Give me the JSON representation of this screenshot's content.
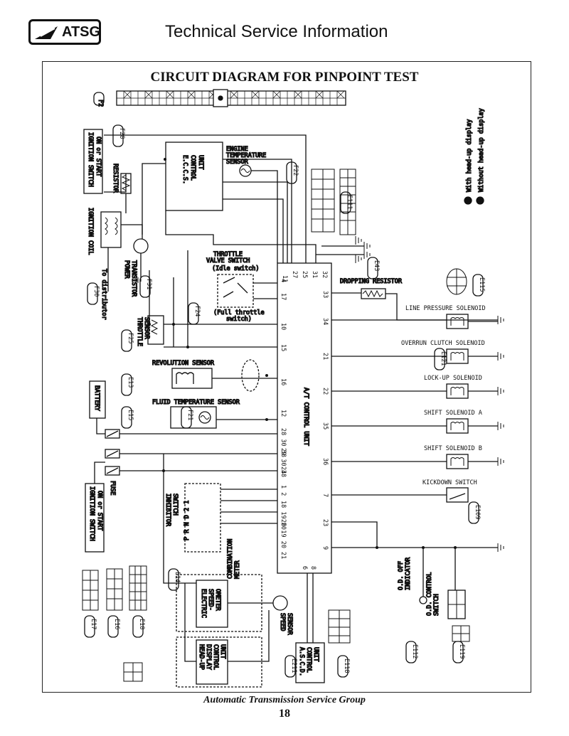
{
  "header": {
    "logo_text": "ATSG",
    "title": "Technical Service Information"
  },
  "diagram": {
    "title": "CIRCUIT DIAGRAM FOR PINPOINT TEST",
    "legend": [
      "With head-up display",
      "Without head-up display"
    ],
    "control_unit": "A/T CONTROL UNIT",
    "eccs": [
      "E.C.C.S.",
      "CONTROL",
      "UNIT"
    ],
    "left_components": {
      "ignition_switch_top": [
        "IGNITION SWITCH",
        "ON or START"
      ],
      "resistor": "RESISTOR",
      "ignition_coil": "IGNITION COIL",
      "to_distributor": "To distributor",
      "power_transistor": [
        "POWER",
        "TRANSISTOR"
      ],
      "throttle_sensor": [
        "THROTTLE",
        "SENSOR"
      ],
      "battery": "BATTERY",
      "fuse": "FUSE",
      "ignition_switch_bottom": [
        "IGNITION SWITCH",
        "ON or START"
      ],
      "inhibitor_switch": [
        "INHIBITOR",
        "SWITCH"
      ]
    },
    "center_components": {
      "engine_temp_sensor": [
        "ENGINE",
        "TEMPERATURE",
        "SENSOR"
      ],
      "throttle_valve_switch": [
        "THROTTLE",
        "VALVE SWITCH"
      ],
      "idle_switch": "(Idle switch)",
      "full_throttle_switch": [
        "(Full throttle",
        "switch)"
      ],
      "revolution_sensor": "REVOLUTION SENSOR",
      "fluid_temp_sensor": "FLUID TEMPERATURE SENSOR",
      "combination_meter": [
        "COMBINATION",
        "METER"
      ],
      "speedometer": [
        "ELECTRIC",
        "SPEED-",
        "OMETER"
      ],
      "headup_unit": [
        "HEAD-UP",
        "DISPLAY",
        "CONTROL",
        "UNIT"
      ],
      "speed_sensor": [
        "SPEED",
        "SENSOR"
      ],
      "ascd_unit": [
        "A.S.C.D.",
        "CONTROL",
        "UNIT"
      ]
    },
    "right_components": {
      "dropping_resistor": "DROPPING RESISTOR",
      "line_pressure": "LINE PRESSURE SOLENOID",
      "overrun_clutch": "OVERRUN CLUTCH SOLENOID",
      "lockup": "LOCK-UP SOLENOID",
      "shift_a": "SHIFT SOLENOID A",
      "shift_b": "SHIFT SOLENOID B",
      "kickdown": "KICKDOWN SWITCH",
      "od_off_indicator": [
        "O.D. OFF",
        "INDICATOR"
      ],
      "od_control_switch": [
        "O.D. CONTROL",
        "SWITCH"
      ]
    },
    "pins_left": [
      "11",
      "27",
      "25",
      "31",
      "32",
      "4",
      "17",
      "10",
      "15",
      "16",
      "12",
      "28 30 38",
      "29 30 38",
      "24",
      "1  2",
      "18 19 20",
      "26 19 20 21",
      "6",
      "8"
    ],
    "pins_right": [
      "33",
      "34",
      "21",
      "22",
      "35",
      "36",
      "7",
      "23",
      "9"
    ],
    "connectors": [
      "F2",
      "F28",
      "F22",
      "E111",
      "F31",
      "F30",
      "F24",
      "F25",
      "E13",
      "E15",
      "E43",
      "E115",
      "F21",
      "E14",
      "E17",
      "E16",
      "E18",
      "E211",
      "E118",
      "E112",
      "E119",
      "E109",
      "E121"
    ],
    "inhibitor_positions": "P R N D 2 1"
  },
  "footer": {
    "org": "Automatic Transmission Service Group",
    "page": "18"
  }
}
